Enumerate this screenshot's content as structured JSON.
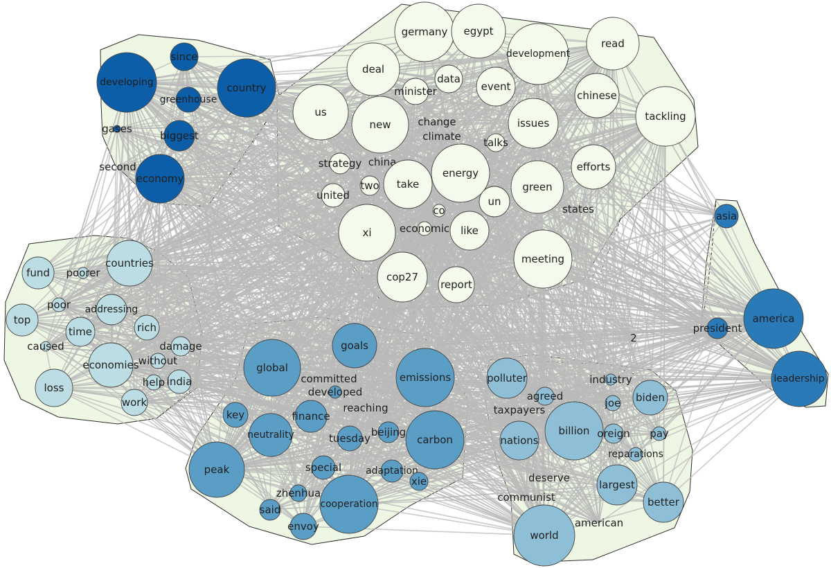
{
  "colors": {
    "hull_fill": "#eef7e4",
    "edge": "#b9b9b9",
    "cluster_dark": "#0d5ea8",
    "cluster_pale": "#f4fbec",
    "cluster_light": "#bcdde3",
    "cluster_mid": "#5a9ec6",
    "cluster_steel": "#8fbfd6",
    "cluster_blue": "#2b7ab8"
  },
  "nodes": [
    {
      "label": "developing",
      "group": "dark"
    },
    {
      "label": "since",
      "group": "dark"
    },
    {
      "label": "country",
      "group": "dark"
    },
    {
      "label": "greenhouse",
      "group": "dark"
    },
    {
      "label": "gases",
      "group": "dark"
    },
    {
      "label": "biggest",
      "group": "dark"
    },
    {
      "label": "second",
      "group": "dark"
    },
    {
      "label": "economy",
      "group": "dark"
    },
    {
      "label": "germany",
      "group": "pale"
    },
    {
      "label": "egypt",
      "group": "pale"
    },
    {
      "label": "development",
      "group": "pale"
    },
    {
      "label": "read",
      "group": "pale"
    },
    {
      "label": "deal",
      "group": "pale"
    },
    {
      "label": "data",
      "group": "pale"
    },
    {
      "label": "minister",
      "group": "pale"
    },
    {
      "label": "event",
      "group": "pale"
    },
    {
      "label": "chinese",
      "group": "pale"
    },
    {
      "label": "us",
      "group": "pale"
    },
    {
      "label": "new",
      "group": "pale"
    },
    {
      "label": "change",
      "group": "pale"
    },
    {
      "label": "climate",
      "group": "pale"
    },
    {
      "label": "issues",
      "group": "pale"
    },
    {
      "label": "tackling",
      "group": "pale"
    },
    {
      "label": "talks",
      "group": "pale"
    },
    {
      "label": "strategy",
      "group": "pale"
    },
    {
      "label": "china",
      "group": "pale"
    },
    {
      "label": "energy",
      "group": "pale"
    },
    {
      "label": "efforts",
      "group": "pale"
    },
    {
      "label": "two",
      "group": "pale"
    },
    {
      "label": "take",
      "group": "pale"
    },
    {
      "label": "green",
      "group": "pale"
    },
    {
      "label": "united",
      "group": "pale"
    },
    {
      "label": "un",
      "group": "pale"
    },
    {
      "label": "states",
      "group": "pale"
    },
    {
      "label": "co",
      "group": "pale"
    },
    {
      "label": "xi",
      "group": "pale"
    },
    {
      "label": "economic",
      "group": "pale"
    },
    {
      "label": "like",
      "group": "pale"
    },
    {
      "label": "meeting",
      "group": "pale"
    },
    {
      "label": "cop27",
      "group": "pale"
    },
    {
      "label": "report",
      "group": "pale"
    },
    {
      "label": "fund",
      "group": "light"
    },
    {
      "label": "poorer",
      "group": "light"
    },
    {
      "label": "countries",
      "group": "light"
    },
    {
      "label": "poor",
      "group": "light"
    },
    {
      "label": "addressing",
      "group": "light"
    },
    {
      "label": "top",
      "group": "light"
    },
    {
      "label": "time",
      "group": "light"
    },
    {
      "label": "rich",
      "group": "light"
    },
    {
      "label": "caused",
      "group": "light"
    },
    {
      "label": "damage",
      "group": "light"
    },
    {
      "label": "economies",
      "group": "light"
    },
    {
      "label": "without",
      "group": "light"
    },
    {
      "label": "loss",
      "group": "light"
    },
    {
      "label": "help",
      "group": "light"
    },
    {
      "label": "india",
      "group": "light"
    },
    {
      "label": "work",
      "group": "light"
    },
    {
      "label": "global",
      "group": "mid"
    },
    {
      "label": "goals",
      "group": "mid"
    },
    {
      "label": "emissions",
      "group": "mid"
    },
    {
      "label": "committed",
      "group": "mid"
    },
    {
      "label": "developed",
      "group": "mid"
    },
    {
      "label": "reaching",
      "group": "mid"
    },
    {
      "label": "key",
      "group": "mid"
    },
    {
      "label": "finance",
      "group": "mid"
    },
    {
      "label": "neutrality",
      "group": "mid"
    },
    {
      "label": "tuesday",
      "group": "mid"
    },
    {
      "label": "beijing",
      "group": "mid"
    },
    {
      "label": "carbon",
      "group": "mid"
    },
    {
      "label": "peak",
      "group": "mid"
    },
    {
      "label": "special",
      "group": "mid"
    },
    {
      "label": "adaptation",
      "group": "mid"
    },
    {
      "label": "xie",
      "group": "mid"
    },
    {
      "label": "zhenhua",
      "group": "mid"
    },
    {
      "label": "said",
      "group": "mid"
    },
    {
      "label": "cooperation",
      "group": "mid"
    },
    {
      "label": "envoy",
      "group": "mid"
    },
    {
      "label": "polluter",
      "group": "steel"
    },
    {
      "label": "agreed",
      "group": "steel"
    },
    {
      "label": "industry",
      "group": "steel"
    },
    {
      "label": "biden",
      "group": "steel"
    },
    {
      "label": "joe",
      "group": "steel"
    },
    {
      "label": "taxpayers",
      "group": "steel"
    },
    {
      "label": "billion",
      "group": "steel"
    },
    {
      "label": "nations",
      "group": "steel"
    },
    {
      "label": "foreign",
      "group": "steel"
    },
    {
      "label": "pay",
      "group": "steel"
    },
    {
      "label": "reparations",
      "group": "steel"
    },
    {
      "label": "deserve",
      "group": "steel"
    },
    {
      "label": "largest",
      "group": "steel"
    },
    {
      "label": "communist",
      "group": "steel"
    },
    {
      "label": "better",
      "group": "steel"
    },
    {
      "label": "american",
      "group": "steel"
    },
    {
      "label": "world",
      "group": "steel"
    },
    {
      "label": "asia",
      "group": "blue"
    },
    {
      "label": "america",
      "group": "blue"
    },
    {
      "label": "president",
      "group": "blue"
    },
    {
      "label": "leadership",
      "group": "blue"
    },
    {
      "label": "2",
      "group": "none"
    }
  ]
}
